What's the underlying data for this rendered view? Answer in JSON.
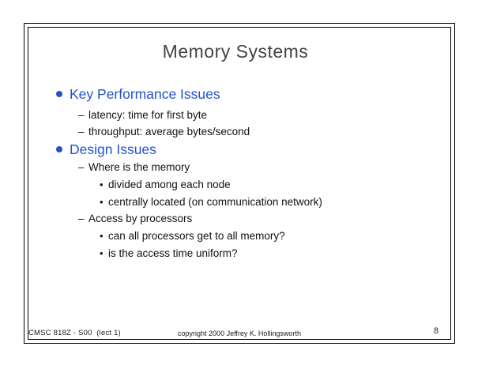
{
  "slide": {
    "title": "Memory Systems",
    "bullets": [
      {
        "label": "Key Performance Issues",
        "children": [
          {
            "label": "latency: time for first byte",
            "children": []
          },
          {
            "label": "throughput: average bytes/second",
            "children": []
          }
        ]
      },
      {
        "label": "Design Issues",
        "children": [
          {
            "label": "Where is the memory",
            "children": [
              {
                "label": "divided among each node"
              },
              {
                "label": "centrally located (on communication network)"
              }
            ]
          },
          {
            "label": "Access by processors",
            "children": [
              {
                "label": "can all processors get to all memory?"
              },
              {
                "label": "is the access time uniform?"
              }
            ]
          }
        ]
      }
    ],
    "glyphs": {
      "level2_dash": "–",
      "level3_bullet": "•"
    },
    "colors": {
      "accent_blue": "#2352c9",
      "title_gray": "#444444",
      "body_black": "#111111"
    },
    "footer": {
      "course": "CMSC 818Z - S00  (lect 1)",
      "copyright": "copyright 2000 Jeffrey K. Hollingsworth",
      "page_number": "8"
    }
  }
}
